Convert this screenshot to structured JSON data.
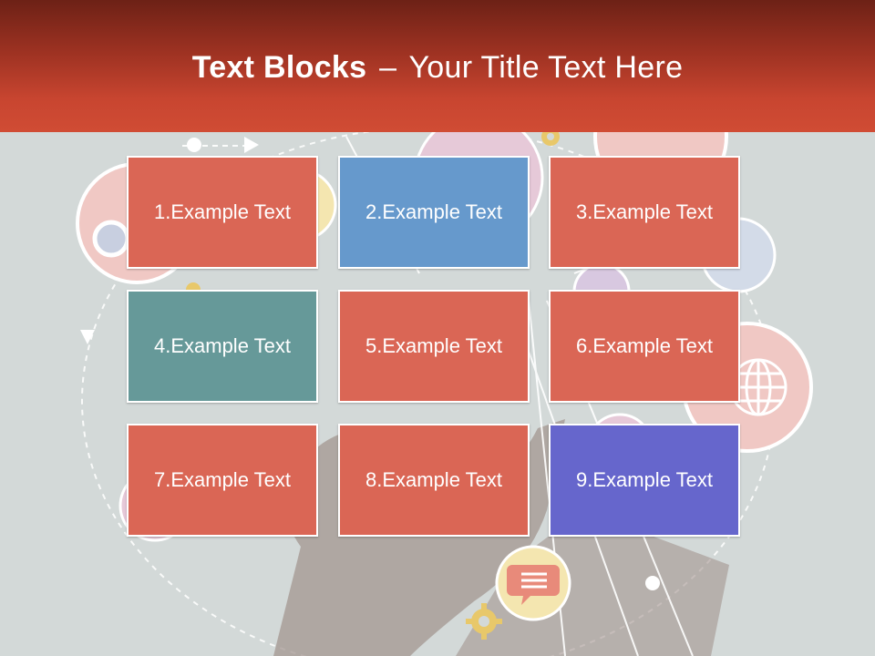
{
  "slide": {
    "title_bold": "Text Blocks",
    "title_dash": "–",
    "title_rest": "Your Title Text Here"
  },
  "blocks": [
    {
      "label": "1.Example Text",
      "color": "#da6655"
    },
    {
      "label": "2.Example Text",
      "color": "#6699cc"
    },
    {
      "label": "3.Example Text",
      "color": "#da6655"
    },
    {
      "label": "4.Example Text",
      "color": "#669999"
    },
    {
      "label": "5.Example Text",
      "color": "#da6655"
    },
    {
      "label": "6.Example Text",
      "color": "#da6655"
    },
    {
      "label": "7.Example Text",
      "color": "#da6655"
    },
    {
      "label": "8.Example Text",
      "color": "#da6655"
    },
    {
      "label": "9.Example Text",
      "color": "#6666cc"
    }
  ]
}
